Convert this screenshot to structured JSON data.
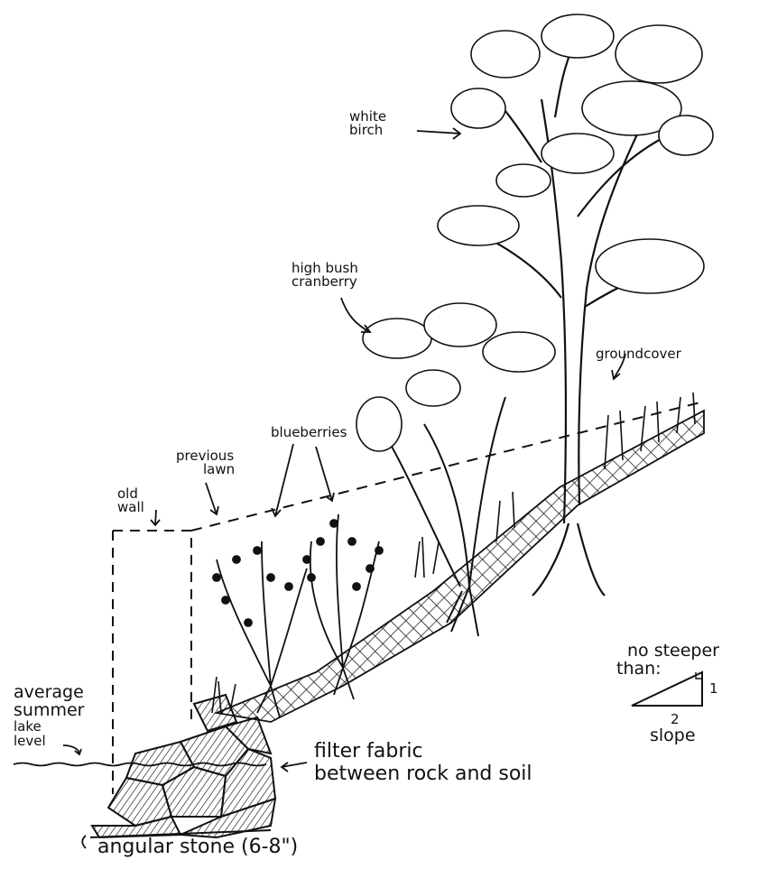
{
  "labels": {
    "white_birch": [
      "white",
      "birch"
    ],
    "high_bush_cranberry": [
      "high bush",
      "cranberry"
    ],
    "groundcover": "groundcover",
    "blueberries": "blueberries",
    "previous_lawn": [
      "previous",
      "lawn"
    ],
    "old_wall": [
      "old",
      "wall"
    ],
    "lake_level": [
      "average",
      "summer",
      "lake",
      "level"
    ],
    "filter_fabric": [
      "filter fabric",
      "between rock and soil"
    ],
    "angular_stone": "angular stone (6-8\")"
  },
  "slope_ratio": {
    "title": [
      "no steeper",
      "than:"
    ],
    "rise": "1",
    "run": "2",
    "caption": "slope"
  },
  "colors": {
    "ink": "#111111",
    "paper": "#ffffff"
  }
}
